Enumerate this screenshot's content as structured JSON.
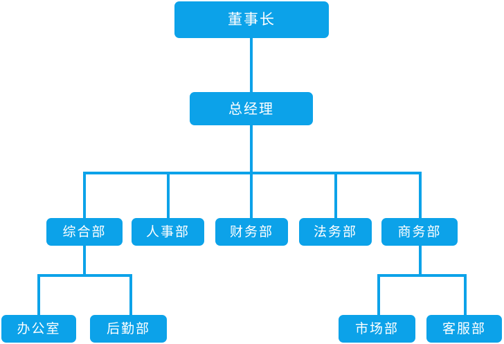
{
  "chart_data": {
    "type": "diagram",
    "diagram_kind": "organizational-chart",
    "title": "",
    "orientation": "top-down",
    "node_color": "#0CA2E9",
    "node_text_color": "#FFFFFF",
    "connector_color": "#0CA2E9",
    "background": "#FFFFFF",
    "levels": [
      {
        "level": 1,
        "labels": [
          "董事长"
        ]
      },
      {
        "level": 2,
        "labels": [
          "总经理"
        ]
      },
      {
        "level": 3,
        "labels": [
          "综合部",
          "人事部",
          "财务部",
          "法务部",
          "商务部"
        ]
      },
      {
        "level": 4,
        "labels": [
          "办公室",
          "后勤部",
          "市场部",
          "客服部"
        ]
      }
    ],
    "edges": [
      {
        "from": "董事长",
        "to": "总经理"
      },
      {
        "from": "总经理",
        "to": "综合部"
      },
      {
        "from": "总经理",
        "to": "人事部"
      },
      {
        "from": "总经理",
        "to": "财务部"
      },
      {
        "from": "总经理",
        "to": "法务部"
      },
      {
        "from": "总经理",
        "to": "商务部"
      },
      {
        "from": "综合部",
        "to": "办公室"
      },
      {
        "from": "综合部",
        "to": "后勤部"
      },
      {
        "from": "商务部",
        "to": "市场部"
      },
      {
        "from": "商务部",
        "to": "客服部"
      }
    ]
  },
  "nodes": {
    "chairman": "董事长",
    "general_manager": "总经理",
    "general_affairs": "综合部",
    "human_resources": "人事部",
    "finance": "财务部",
    "legal": "法务部",
    "business": "商务部",
    "office": "办公室",
    "logistics": "后勤部",
    "marketing": "市场部",
    "customer_service": "客服部"
  }
}
